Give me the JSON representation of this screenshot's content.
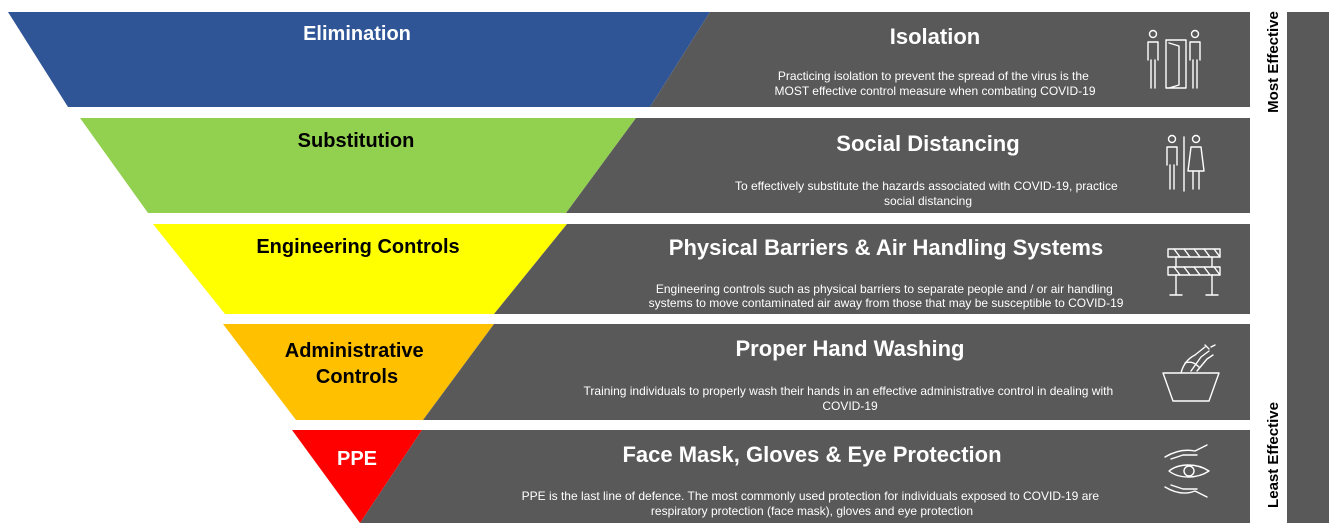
{
  "levels": [
    {
      "name": "Elimination",
      "fill": "#2f5597",
      "text_color": "#ffffff",
      "panel_title": "Isolation",
      "desc_lines": [
        "Practicing isolation to prevent the spread of the virus is the",
        "MOST effective control measure when combating COVID-19"
      ],
      "icon": "isolation-people-door-icon"
    },
    {
      "name": "Substitution",
      "fill": "#92d050",
      "text_color": "#000000",
      "panel_title": "Social Distancing",
      "desc_lines": [
        "To effectively substitute the hazards associated with COVID-19, practice",
        "social distancing"
      ],
      "icon": "social-distancing-people-icon"
    },
    {
      "name": "Engineering Controls",
      "fill": "#ffff00",
      "text_color": "#000000",
      "panel_title": "Physical Barriers & Air Handling Systems",
      "desc_lines": [
        "Engineering controls such as physical barriers to separate people and / or air handling",
        "systems to move contaminated air away from those that may be susceptible to COVID-19"
      ],
      "icon": "barrier-icon"
    },
    {
      "name_lines": [
        "Administrative",
        "Controls"
      ],
      "fill": "#ffc000",
      "text_color": "#000000",
      "panel_title": "Proper Hand Washing",
      "desc_lines": [
        "Training individuals to properly wash their hands in an effective administrative control in dealing with",
        "COVID-19"
      ],
      "icon": "hand-washing-icon"
    },
    {
      "name": "PPE",
      "fill": "#ff0000",
      "text_color": "#ffffff",
      "panel_title": "Face Mask, Gloves & Eye Protection",
      "desc_lines": [
        "PPE is the last line of defence. The most commonly used protection for individuals exposed to COVID-19 are",
        "respiratory protection (face mask), gloves and eye protection"
      ],
      "icon": "eye-protection-hands-icon"
    }
  ],
  "scale": {
    "top_label": "Most Effective",
    "bottom_label": "Least Effective"
  },
  "colors": {
    "panel": "#595959",
    "arrow": "#595959"
  }
}
